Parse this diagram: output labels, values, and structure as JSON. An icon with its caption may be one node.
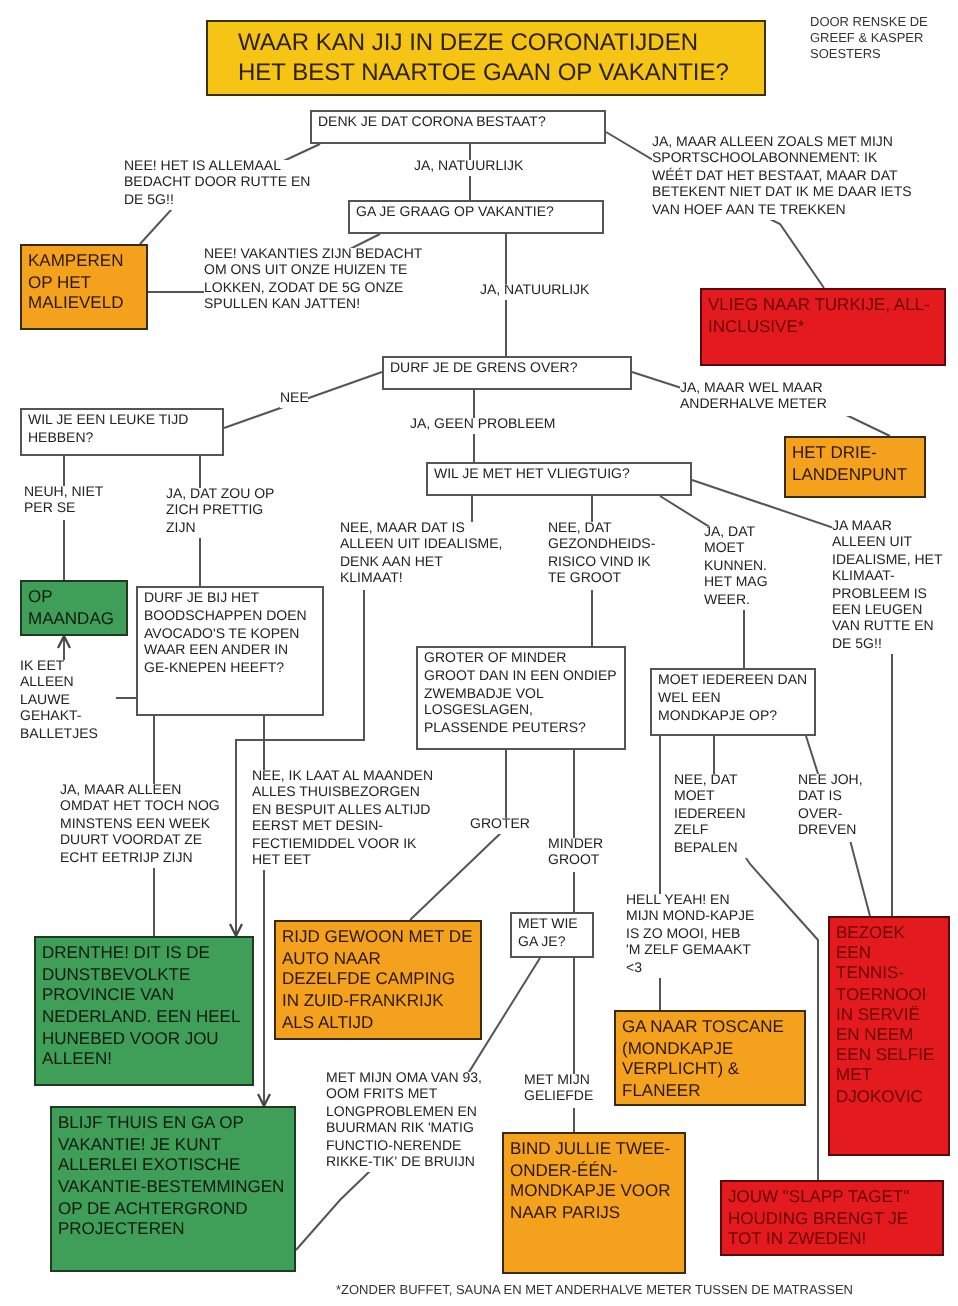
{
  "diagram": {
    "title": "WAAR KAN JIJ IN DEZE CORONATIJDEN HET BEST NAARTOE GAAN OP VAKANTIE?",
    "nodes": [
      {
        "text": [
          "DENK JE DAT CORONA BESTAAT?"
        ]
      },
      {
        "text": [
          "KAMPEREN OP HET MALIEVELD"
        ]
      },
      {
        "text": [
          "GA JE GRAAG OP VAKANTIE?"
        ]
      },
      {
        "text": [
          "VLIEG NAAR TURKIJE, ALL-INCLUSIVE*"
        ]
      },
      {
        "text": [
          "DURF JE DE GRENS OVER?"
        ]
      },
      {
        "text": [
          "WIL JE EEN LEUKE TIJD HEBBEN?"
        ]
      },
      {
        "text": [
          "HET DRIE-LANDENPUNT"
        ]
      },
      {
        "text": [
          "WIL JE MET HET VLIEGTUIG?"
        ]
      },
      {
        "text": [
          "OP MAANDAG"
        ]
      },
      {
        "text": [
          "DURF JE BIJ HET BOODSCHAPPEN DOEN AVOCADO'S TE KOPEN WAAR EEN ANDER IN GE-KNEPEN HEEFT?"
        ]
      },
      {
        "text": [
          "GROTER OF MINDER GROOT DAN IN EEN ONDIEP ZWEMBADJE VOL LOSGESLAGEN, PLASSENDE PEUTERS?"
        ]
      },
      {
        "text": [
          "MOET IEDEREEN DAN WEL EEN MONDKAPJE OP?"
        ]
      },
      {
        "text": [
          "BEZOEK EEN TENNIS-TOERNOOI IN SERVIË EN NEEM EEN SELFIE MET DJOKOVIC"
        ]
      },
      {
        "text": [
          "DRENTHE! DIT IS DE DUNSTBEVOLKTE PROVINCIE VAN NEDERLAND. EEN HEEL HUNEBED VOOR JOU ALLEEN!"
        ]
      },
      {
        "text": [
          "RIJD GEWOON MET DE AUTO NAAR DEZELFDE CAMPING IN ZUID-FRANKRIJK ALS ALTIJD"
        ]
      },
      {
        "text": [
          "MET WIE GA JE?"
        ]
      },
      {
        "text": [
          "GA NAAR TOSCANE (MONDKAPJE VERPLICHT) & FLANEER"
        ]
      },
      {
        "text": [
          "BLIJF THUIS EN GA OP VAKANTIE! JE KUNT ALLERLEI EXOTISCHE VAKANTIE-BESTEMMINGEN OP DE ACHTERGROND PROJECTEREN"
        ]
      },
      {
        "text": [
          "BIND JULLIE TWEE-ONDER-ÉÉN-MONDKAPJE VOOR NAAR PARIJS"
        ]
      },
      {
        "text": [
          "JOUW \"SLAPP TAGET\" HOUDING BRENGT JE TOT IN ZWEDEN!"
        ]
      }
    ],
    "edges": [
      {
        "from": 0,
        "to": 1,
        "arrow": "none",
        "label": "NEE! HET IS ALLEMAAL BEDACHT DOOR RUTTE EN DE 5G!!"
      },
      {
        "from": 0,
        "to": 2,
        "arrow": "none",
        "label": "JA, NATUURLIJK"
      },
      {
        "from": 0,
        "to": 3,
        "arrow": "none",
        "label": "JA, MAAR ALLEEN ZOALS MET MIJN SPORTSCHOOLABONNEMENT: IK WÉÉT DAT HET BESTAAT, MAAR DAT BETEKENT NIET DAT IK ME DAAR IETS VAN HOEF AAN TE TREKKEN"
      },
      {
        "from": 2,
        "to": 1,
        "arrow": "none",
        "label": "NEE! VAKANTIES ZIJN BEDACHT OM ONS UIT ONZE HUIZEN TE LOKKEN, ZODAT DE 5G ONZE SPULLEN KAN JATTEN!"
      },
      {
        "from": 2,
        "to": 4,
        "arrow": "none",
        "label": "JA, NATUURLIJK"
      },
      {
        "from": 4,
        "to": 5,
        "arrow": "none",
        "label": "NEE"
      },
      {
        "from": 4,
        "to": 7,
        "arrow": "none",
        "label": "JA, GEEN PROBLEEM"
      },
      {
        "from": 4,
        "to": 6,
        "arrow": "none",
        "label": "JA, MAAR WEL MAAR ANDERHALVE METER"
      },
      {
        "from": 5,
        "to": 8,
        "arrow": "none",
        "label": "NEUH, NIET PER SE"
      },
      {
        "from": 5,
        "to": 9,
        "arrow": "none",
        "label": "JA, DAT ZOU OP ZICH PRETTIG ZIJN"
      },
      {
        "from": 7,
        "to": 13,
        "arrow": "to",
        "label": "NEE, MAAR DAT IS ALLEEN UIT IDEALISME, DENK AAN HET KLIMAAT!"
      },
      {
        "from": 7,
        "to": 10,
        "arrow": "none",
        "label": "NEE, DAT GEZONDHEIDS-RISICO VIND IK TE GROOT"
      },
      {
        "from": 7,
        "to": 11,
        "arrow": "none",
        "label": "JA, DAT MOET KUNNEN. HET MAG WEER."
      },
      {
        "from": 7,
        "to": 12,
        "arrow": "none",
        "label": "JA MAAR ALLEEN UIT IDEALISME, HET KLIMAAT-PROBLEEM IS EEN LEUGEN VAN RUTTE EN DE 5G!!"
      },
      {
        "from": 9,
        "to": 8,
        "arrow": "to",
        "label": "IK EET ALLEEN LAUWE GEHAKT-BALLETJES"
      },
      {
        "from": 9,
        "to": 13,
        "arrow": "none",
        "label": "JA, MAAR ALLEEN OMDAT HET TOCH NOG MINSTENS EEN WEEK DUURT VOORDAT ZE ECHT EETRIJP ZIJN"
      },
      {
        "from": 9,
        "to": 17,
        "arrow": "to",
        "label": "NEE, IK LAAT AL MAANDEN ALLES THUISBEZORGEN EN BESPUIT ALLES ALTIJD EERST MET DESIN-FECTIEMIDDEL VOOR IK HET EET"
      },
      {
        "from": 10,
        "to": 14,
        "arrow": "none",
        "label": "GROTER"
      },
      {
        "from": 10,
        "to": 15,
        "arrow": "none",
        "label": "MINDER GROOT"
      },
      {
        "from": 11,
        "to": 19,
        "arrow": "none",
        "label": "NEE, DAT MOET IEDEREEN ZELF BEPALEN"
      },
      {
        "from": 11,
        "to": 12,
        "arrow": "none",
        "label": "NEE JOH, DAT IS OVER-DREVEN"
      },
      {
        "from": 11,
        "to": 16,
        "arrow": "none",
        "label": "HELL YEAH! EN MIJN MOND-KAPJE IS ZO MOOI, HEB 'M ZELF GEMAAKT <3"
      },
      {
        "from": 15,
        "to": 17,
        "arrow": "none",
        "label": "MET MIJN OMA VAN 93, OOM FRITS MET LONGPROBLEMEN EN BUURMAN RIK 'MATIG FUNCTIO-NERENDE RIKKE-TIK' DE BRUIJN"
      },
      {
        "from": 15,
        "to": 18,
        "arrow": "none",
        "label": "MET MIJN GELIEFDE"
      }
    ],
    "labels": [
      "DOOR RENSKE DE GREEF & KASPER SOESTERS",
      "*ZONDER BUFFET, SAUNA EN MET ANDERHALVE METER TUSSEN DE MATRASSEN"
    ]
  }
}
